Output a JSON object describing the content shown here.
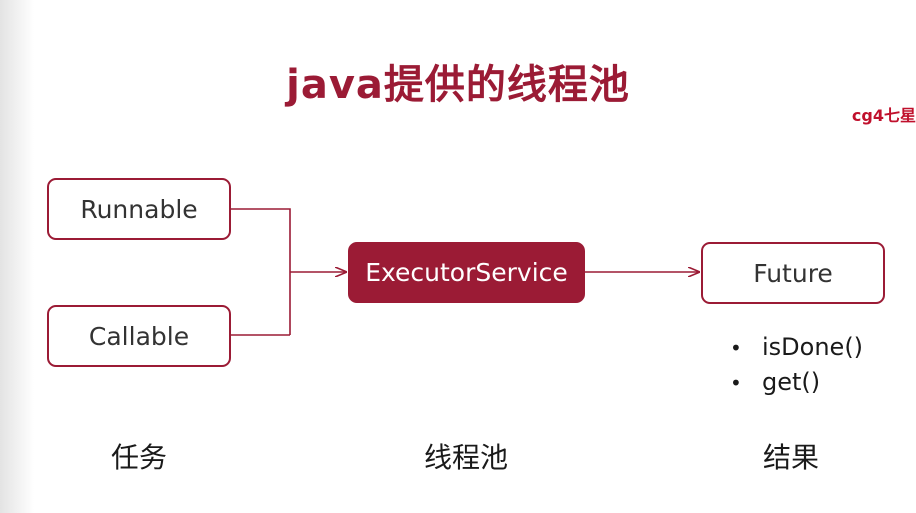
{
  "title": "java提供的线程池",
  "watermark": "cg4七星",
  "colors": {
    "accent": "#9b1b35",
    "box_text": "#333333",
    "body_text": "#1a1a1a"
  },
  "diagram": {
    "tasks": [
      {
        "label": "Runnable"
      },
      {
        "label": "Callable"
      }
    ],
    "pool": {
      "label": "ExecutorService"
    },
    "result": {
      "label": "Future"
    },
    "result_methods": [
      "isDone()",
      "get()"
    ],
    "captions": {
      "tasks": "任务",
      "pool": "线程池",
      "result": "结果"
    }
  }
}
